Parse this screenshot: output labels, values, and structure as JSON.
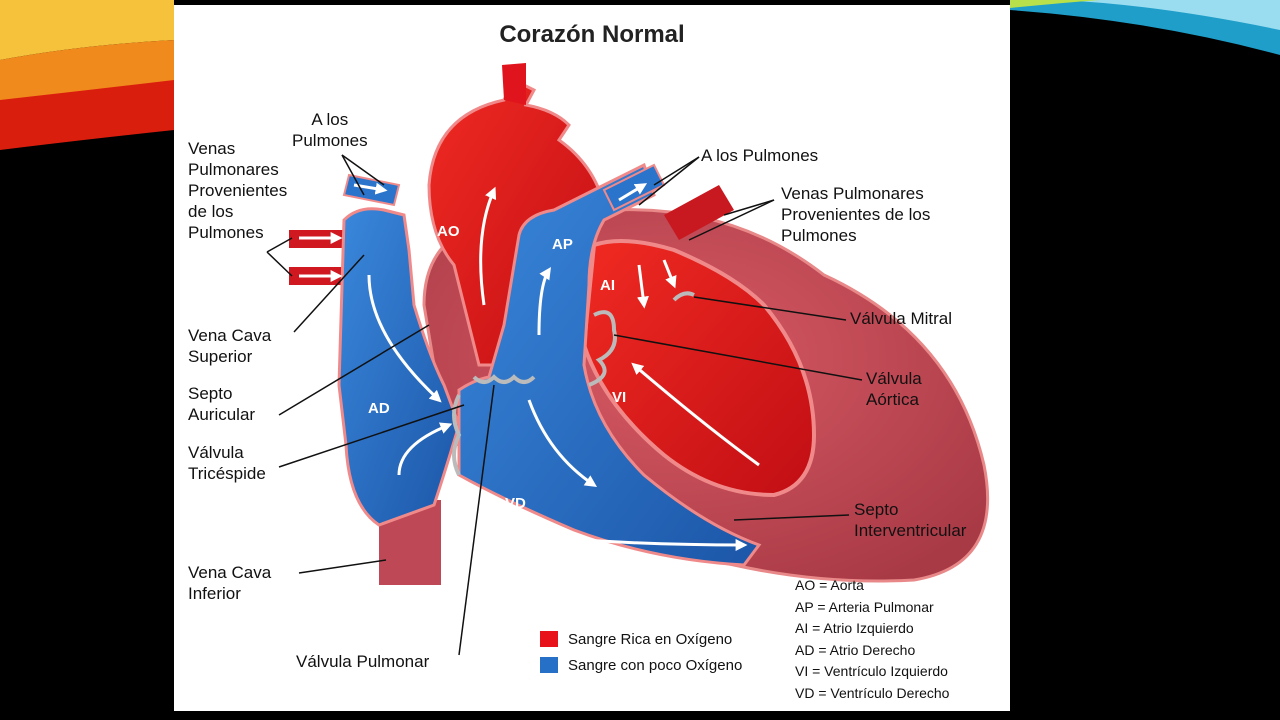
{
  "title": "Corazón Normal",
  "labels": {
    "pulm_left": "A los\nPulmones",
    "venas_left": "Venas\nPulmonares\nProvenientes\nde los\nPulmones",
    "pulm_right": "A los Pulmones",
    "venas_right": "Venas Pulmonares\nProvenientes de los\nPulmones",
    "cava_sup": "Vena Cava\nSuperior",
    "septo_aur": "Septo\nAuricular",
    "tricuspide": "Válvula\nTricéspide",
    "cava_inf": "Vena Cava\nInferior",
    "pulmonar": "Válvula Pulmonar",
    "mitral": "Válvula Mitral",
    "aortica": "Válvula\nAórtica",
    "septo_int": "Septo\nInterventricular"
  },
  "chambers": {
    "ao": "AO",
    "ap": "AP",
    "ai": "AI",
    "ad": "AD",
    "vi": "VI",
    "vd": "VD"
  },
  "abbreviations": [
    "AO = Aorta",
    "AP = Arteria Pulmonar",
    "AI = Atrio Izquierdo",
    "AD = Atrio Derecho",
    "VI = Ventrículo Izquierdo",
    "VD = Ventrículo Derecho"
  ],
  "legend": [
    {
      "label": "Sangre Rica en Oxígeno",
      "color": "#e8121a"
    },
    {
      "label": "Sangre con poco Oxígeno",
      "color": "#2770c8"
    }
  ],
  "colors": {
    "oxygen_rich": "#e8121a",
    "oxygen_poor": "#2770c8",
    "muscle": "#c44a55",
    "background": "#000000"
  }
}
